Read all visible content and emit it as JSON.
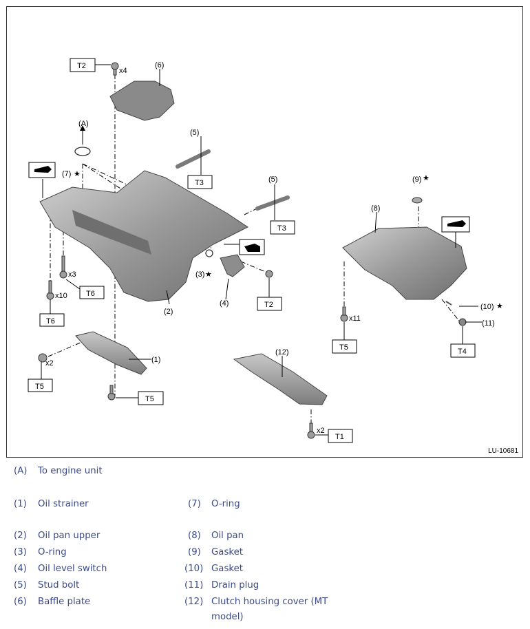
{
  "figure": {
    "code": "LU-10681",
    "tool_labels": {
      "t1": "T1",
      "t2a": "T2",
      "t2b": "T2",
      "t3a": "T3",
      "t3b": "T3",
      "t4": "T4",
      "t5a": "T5",
      "t5b": "T5",
      "t5c": "T5",
      "t6a": "T6",
      "t6b": "T6"
    },
    "callouts": {
      "A": "(A)",
      "p1": "(1)",
      "p2": "(2)",
      "p3": "(3)",
      "p4": "(4)",
      "p5a": "(5)",
      "p5b": "(5)",
      "p6": "(6)",
      "p7": "(7)",
      "p8": "(8)",
      "p9": "(9)",
      "p10": "(10)",
      "p11": "(11)",
      "p12": "(12)"
    },
    "quantities": {
      "q_x4": "x4",
      "q_x3": "x3",
      "q_x10": "x10",
      "q_x2a": "x2",
      "q_x11": "x11",
      "q_x2b": "x2"
    },
    "star": "★"
  },
  "legend": {
    "A": {
      "key": "(A)",
      "text": "To engine unit"
    },
    "items": [
      {
        "key": "(1)",
        "text": "Oil strainer"
      },
      {
        "key": "(2)",
        "text": "Oil pan upper"
      },
      {
        "key": "(3)",
        "text": "O-ring"
      },
      {
        "key": "(4)",
        "text": "Oil level switch"
      },
      {
        "key": "(5)",
        "text": "Stud bolt"
      },
      {
        "key": "(6)",
        "text": "Baffle plate"
      },
      {
        "key": "(7)",
        "text": "O-ring"
      },
      {
        "key": "(8)",
        "text": "Oil pan"
      },
      {
        "key": "(9)",
        "text": "Gasket"
      },
      {
        "key": "(10)",
        "text": "Gasket"
      },
      {
        "key": "(11)",
        "text": "Drain plug"
      },
      {
        "key": "(12)",
        "text": "Clutch housing cover (MT"
      },
      {
        "key": "",
        "text": "model)"
      }
    ]
  }
}
